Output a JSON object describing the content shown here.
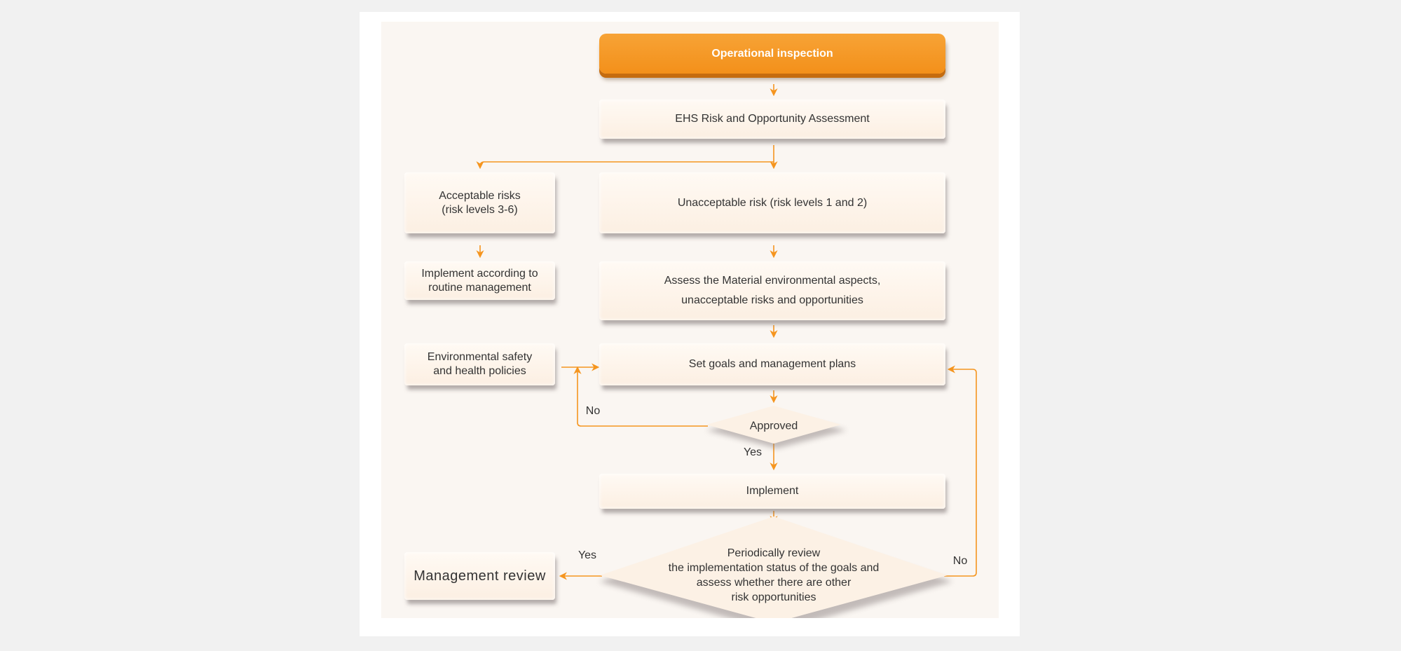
{
  "diagram": {
    "nodes": {
      "operational_inspection": "Operational inspection",
      "risk_assessment": "EHS Risk and Opportunity Assessment",
      "acceptable_risks": [
        "Acceptable risks",
        "(risk levels 3-6)"
      ],
      "unacceptable_risk": "Unacceptable risk (risk levels 1 and 2)",
      "routine_management": [
        "Implement according to",
        "routine management"
      ],
      "assess_material": [
        "Assess the Material environmental aspects,",
        "unacceptable risks and opportunities"
      ],
      "ehs_policies": [
        "Environmental safety",
        "and health policies"
      ],
      "set_goals": "Set goals and management plans",
      "approved": "Approved",
      "implement": "Implement",
      "periodic_review": [
        "Periodically review",
        "the implementation status of the goals and",
        "assess whether there are other",
        "risk opportunities"
      ],
      "management_review": "Management review"
    },
    "edge_labels": {
      "approved_no": "No",
      "approved_yes": "Yes",
      "review_yes": "Yes",
      "review_no": "No"
    },
    "colors": {
      "accent_orange": "#f5951f",
      "box_fill": "#fcf1e5",
      "panel_bg": "#faf6f2"
    }
  }
}
